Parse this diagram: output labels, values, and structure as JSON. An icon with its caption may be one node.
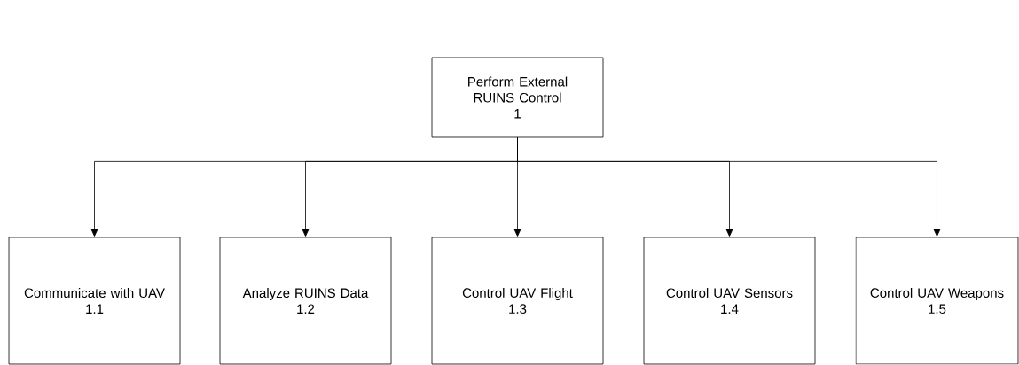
{
  "diagram": {
    "nodes": [
      {
        "text": [
          "Perform External RUINS Control",
          "1"
        ]
      },
      {
        "text": [
          "Communicate with UAV",
          "1.1"
        ]
      },
      {
        "text": [
          "Analyze RUINS Data",
          "1.2"
        ]
      },
      {
        "text": [
          "Control UAV Flight",
          "1.3"
        ]
      },
      {
        "text": [
          "Control UAV Sensors",
          "1.4"
        ]
      },
      {
        "text": [
          "Control UAV Weapons",
          "1.5"
        ]
      }
    ],
    "edges": [
      {
        "from": 0,
        "to": 1,
        "arrow": "to"
      },
      {
        "from": 0,
        "to": 2,
        "arrow": "to"
      },
      {
        "from": 0,
        "to": 3,
        "arrow": "to"
      },
      {
        "from": 0,
        "to": 4,
        "arrow": "to"
      },
      {
        "from": 0,
        "to": 5,
        "arrow": "to"
      }
    ]
  }
}
